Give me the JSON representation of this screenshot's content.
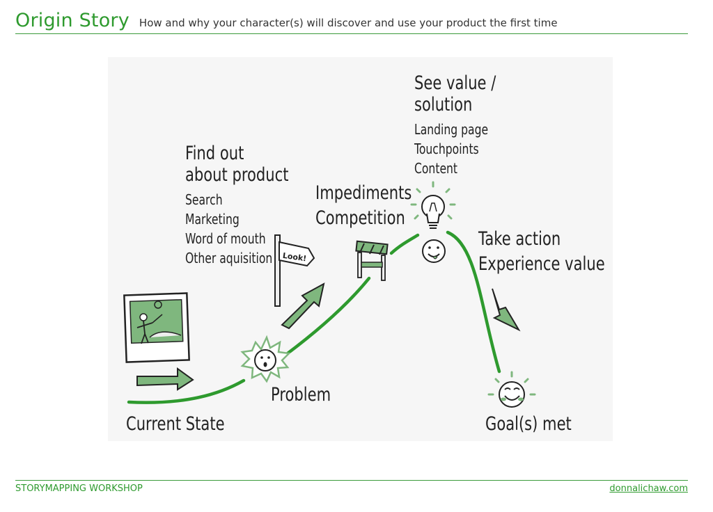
{
  "header": {
    "title": "Origin Story",
    "subtitle": "How and why your character(s) will discover and use your product the first time"
  },
  "diagram": {
    "current_state": "Current State",
    "problem": "Problem",
    "find_out": {
      "heading": [
        "Find out",
        "about product"
      ],
      "items": [
        "Search",
        "Marketing",
        "Word of mouth",
        "Other aquisition"
      ]
    },
    "sign_text": "Look!",
    "impediments": [
      "Impediments",
      "Competition"
    ],
    "see_value": {
      "heading": [
        "See value /",
        "solution"
      ],
      "items": [
        "Landing page",
        "Touchpoints",
        "Content"
      ]
    },
    "take_action": [
      "Take action",
      "Experience value"
    ],
    "goal": "Goal(s) met",
    "accent_color": "#2e9a2e",
    "light_green": "#7fb77e"
  },
  "footer": {
    "left": "STORYMAPPING WORKSHOP",
    "right": "donnalichaw.com"
  }
}
